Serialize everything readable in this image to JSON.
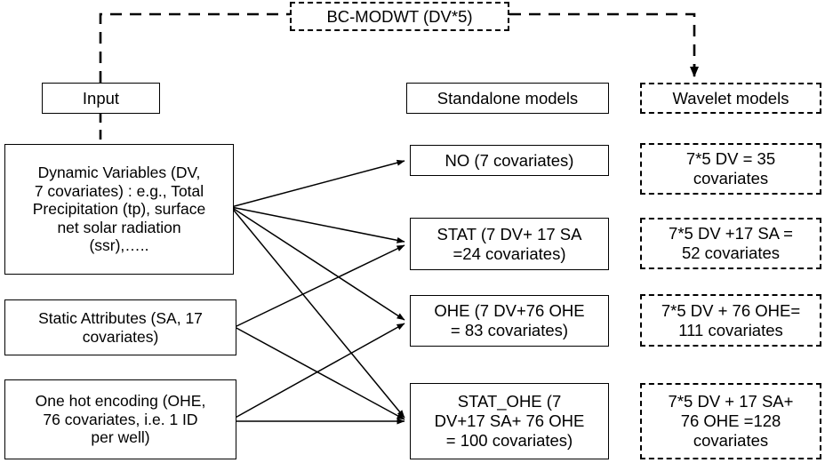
{
  "diagram": {
    "title_banner": {
      "label": "BC-MODWT (DV*5)"
    },
    "column_headers": {
      "input": "Input",
      "standalone": "Standalone  models",
      "wavelet": "Wavelet models"
    },
    "inputs": [
      {
        "id": "dynamic-variables",
        "label": "Dynamic  Variables  (DV,\n7 covariates) : e.g., Total\nPrecipitation (tp), surface\nnet solar radiation\n(ssr),….."
      },
      {
        "id": "static-attributes",
        "label": "Static Attributes  (SA, 17\ncovariates)"
      },
      {
        "id": "one-hot-encoding",
        "label": "One hot encoding  (OHE,\n76 covariates, i.e. 1 ID\nper well)"
      }
    ],
    "standalone_models": [
      {
        "id": "no-model",
        "label": "NO (7 covariates)"
      },
      {
        "id": "stat-model",
        "label": "STAT  (7 DV+ 17 SA\n=24 covariates)"
      },
      {
        "id": "ohe-model",
        "label": "OHE (7 DV+76 OHE\n= 83 covariates)"
      },
      {
        "id": "stat-ohe-model",
        "label": "STAT_OHE  (7\nDV+17 SA+ 76 OHE\n= 100 covariates)"
      }
    ],
    "wavelet_models": [
      {
        "id": "wavelet-no",
        "label": "7*5 DV = 35\ncovariates"
      },
      {
        "id": "wavelet-stat",
        "label": "7*5 DV +17 SA =\n52 covariates"
      },
      {
        "id": "wavelet-ohe",
        "label": "7*5 DV + 76 OHE=\n111 covariates"
      },
      {
        "id": "wavelet-stat-ohe",
        "label": "7*5 DV + 17 SA+\n76 OHE =128\ncovariates"
      }
    ],
    "colors": {
      "stroke": "#000000",
      "background": "#ffffff"
    }
  }
}
